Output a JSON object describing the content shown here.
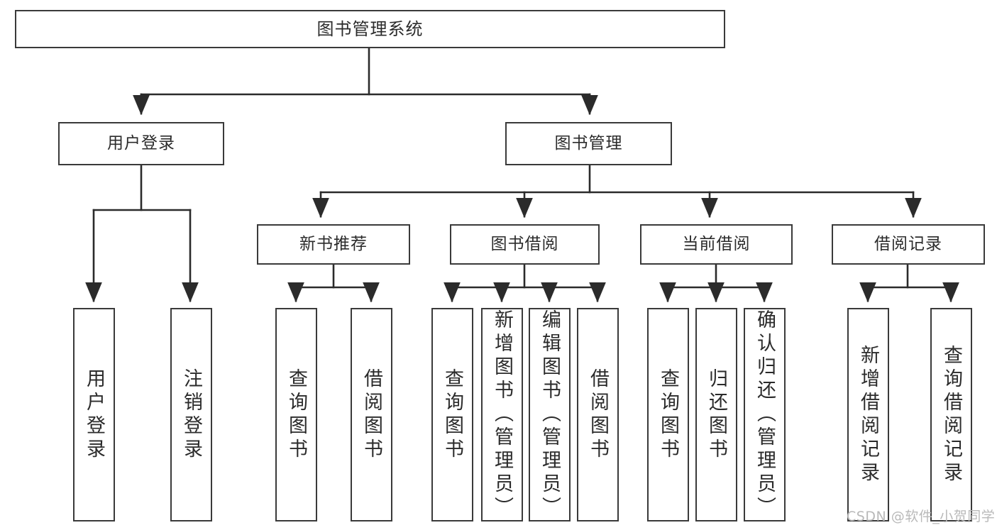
{
  "diagram": {
    "title": "图书管理系统",
    "type": "tree",
    "root": {
      "label": "图书管理系统"
    },
    "level2": [
      {
        "label": "用户登录"
      },
      {
        "label": "图书管理"
      }
    ],
    "level3": [
      {
        "label": "新书推荐"
      },
      {
        "label": "图书借阅"
      },
      {
        "label": "当前借阅"
      },
      {
        "label": "借阅记录"
      }
    ],
    "leaves": {
      "user_login": [
        {
          "label": "用户登录"
        },
        {
          "label": "注销登录"
        }
      ],
      "new_book_recommend": [
        {
          "label": "查询图书"
        },
        {
          "label": "借阅图书"
        }
      ],
      "book_borrow": [
        {
          "label": "查询图书"
        },
        {
          "label": "新增图书（管理员）"
        },
        {
          "label": "编辑图书（管理员）"
        },
        {
          "label": "借阅图书"
        }
      ],
      "current_borrow": [
        {
          "label": "查询图书"
        },
        {
          "label": "归还图书"
        },
        {
          "label": "确认归还（管理员）"
        }
      ],
      "borrow_record": [
        {
          "label": "新增借阅记录"
        },
        {
          "label": "查询借阅记录"
        }
      ]
    }
  },
  "watermark": {
    "text": "CSDN @软件_小贺同学"
  },
  "colors": {
    "box_border": "#3a3a3a",
    "box_fill": "#ffffff",
    "connector": "#2b2b2b",
    "text": "#2b2b2b",
    "watermark": "#b9b9b9"
  }
}
